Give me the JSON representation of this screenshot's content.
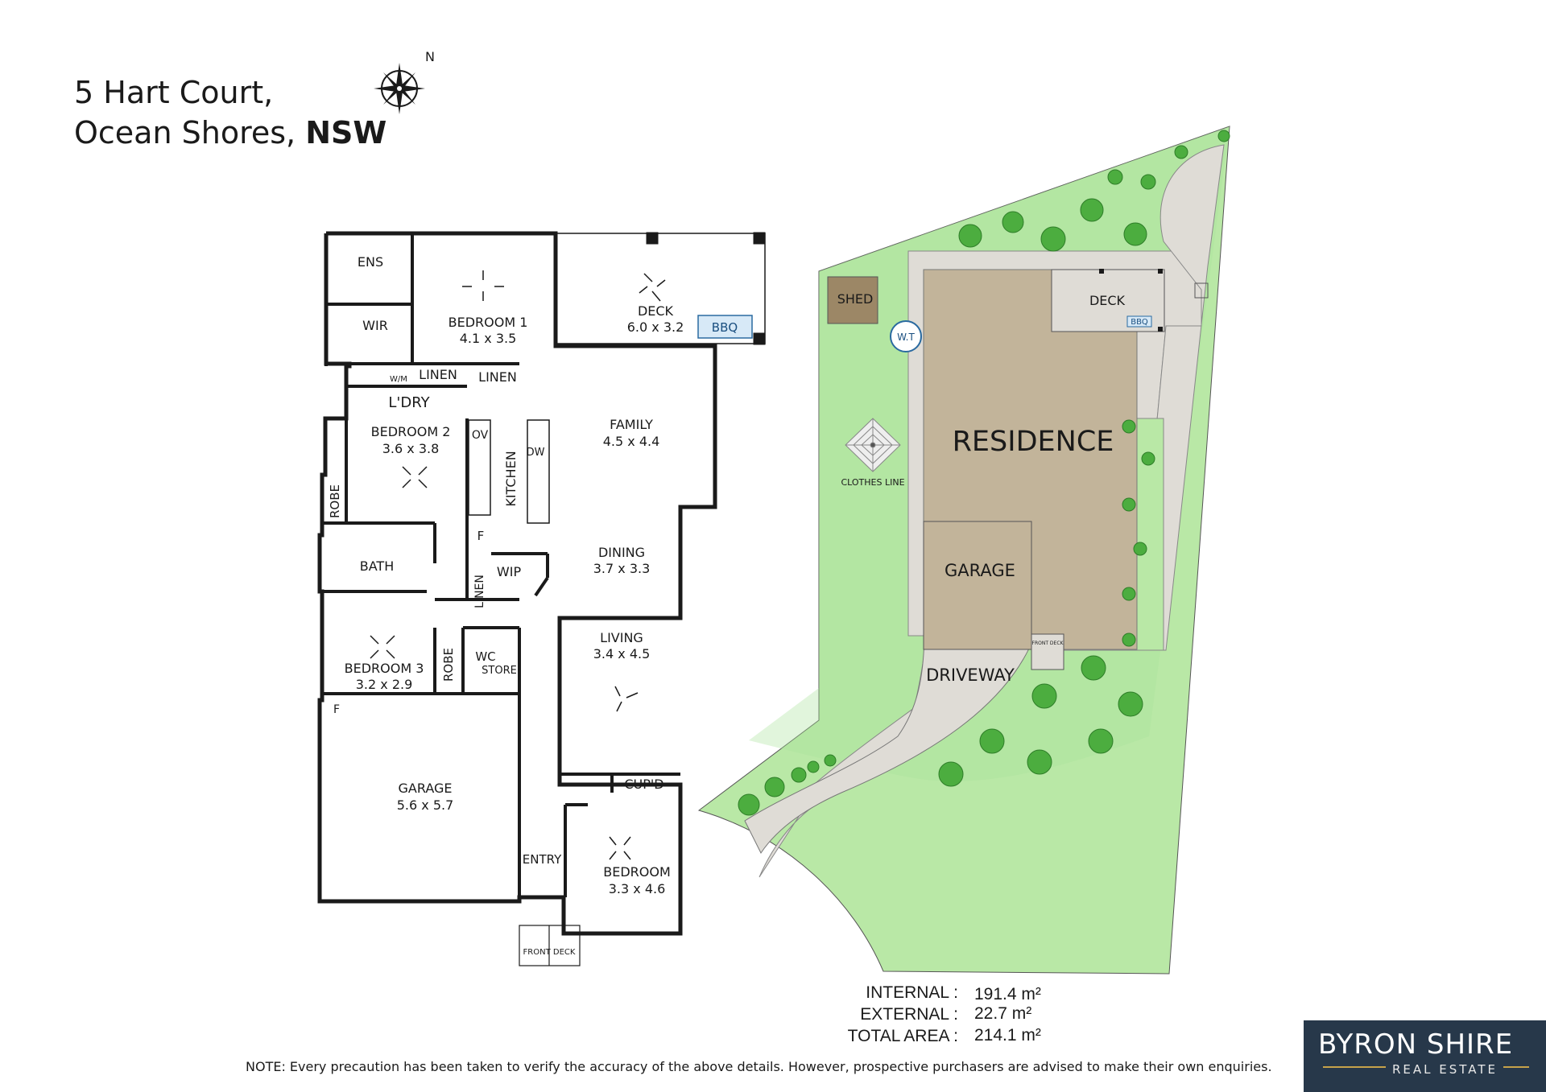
{
  "header": {
    "address_line1": "5 Hart Court,",
    "address_line2": "Ocean Shores,",
    "state": "NSW",
    "north_label": "N"
  },
  "floor_plan": {
    "rooms": [
      {
        "name": "ENS",
        "dims": ""
      },
      {
        "name": "WIR",
        "dims": ""
      },
      {
        "name": "BEDROOM 1",
        "dims": "4.1 x 3.5"
      },
      {
        "name": "DECK",
        "dims": "6.0 x 3.2"
      },
      {
        "name": "BBQ",
        "dims": ""
      },
      {
        "name": "W/M",
        "dims": ""
      },
      {
        "name": "LINEN",
        "dims": ""
      },
      {
        "name": "LINEN",
        "dims": ""
      },
      {
        "name": "L'DRY",
        "dims": ""
      },
      {
        "name": "FAMILY",
        "dims": "4.5 x 4.4"
      },
      {
        "name": "BEDROOM 2",
        "dims": "3.6 x 3.8"
      },
      {
        "name": "OV",
        "dims": ""
      },
      {
        "name": "DW",
        "dims": ""
      },
      {
        "name": "KITCHEN",
        "dims": ""
      },
      {
        "name": "ROBE",
        "dims": ""
      },
      {
        "name": "F",
        "dims": ""
      },
      {
        "name": "DINING",
        "dims": "3.7 x 3.3"
      },
      {
        "name": "BATH",
        "dims": ""
      },
      {
        "name": "LINEN",
        "dims": ""
      },
      {
        "name": "WIP",
        "dims": ""
      },
      {
        "name": "LIVING",
        "dims": "3.4 x 4.5"
      },
      {
        "name": "BEDROOM 3",
        "dims": "3.2 x 2.9"
      },
      {
        "name": "ROBE",
        "dims": ""
      },
      {
        "name": "WC",
        "dims": ""
      },
      {
        "name": "STORE",
        "dims": ""
      },
      {
        "name": "F",
        "dims": ""
      },
      {
        "name": "GARAGE",
        "dims": "5.6 x 5.7"
      },
      {
        "name": "CUP'D",
        "dims": ""
      },
      {
        "name": "ENTRY",
        "dims": ""
      },
      {
        "name": "BEDROOM",
        "dims": "3.3 x 4.6"
      },
      {
        "name": "FRONT DECK",
        "dims": ""
      }
    ]
  },
  "site_plan": {
    "labels": {
      "shed": "SHED",
      "water_tank": "W.T",
      "deck": "DECK",
      "bbq": "BBQ",
      "clothes_line": "CLOTHES LINE",
      "residence": "RESIDENCE",
      "garage": "GARAGE",
      "front_deck": "FRONT DECK",
      "driveway": "DRIVEWAY"
    },
    "colors": {
      "lawn": "#b9e8a6",
      "tree": "#4cad3f",
      "residence": "#c2b49a",
      "paving": "#dfdcd6",
      "shed": "#9c8766"
    }
  },
  "areas": [
    {
      "label": "INTERNAL :",
      "value": "191.4 m²"
    },
    {
      "label": "EXTERNAL :",
      "value": "22.7 m²"
    },
    {
      "label": "TOTAL AREA :",
      "value": "214.1 m²"
    }
  ],
  "note": "NOTE: Every precaution has been taken to verify the accuracy of the above details. However, prospective purchasers are advised to make their own enquiries.",
  "logo": {
    "line1": "BYRON SHIRE",
    "line2": "REAL ESTATE"
  }
}
